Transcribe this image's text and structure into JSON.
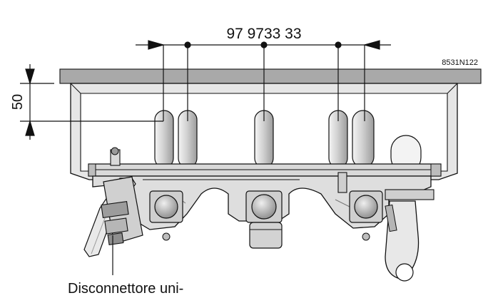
{
  "diagram": {
    "part_number": "97 9733 33",
    "drawing_code": "8531N122",
    "dimension_value": "50",
    "caption": "Disconnettore uni-"
  },
  "colors": {
    "ceiling": "#a9a9a9",
    "frame": "#e4e4e4",
    "tube": "#d8d8d8",
    "body": "#dedede",
    "line": "#111111"
  }
}
